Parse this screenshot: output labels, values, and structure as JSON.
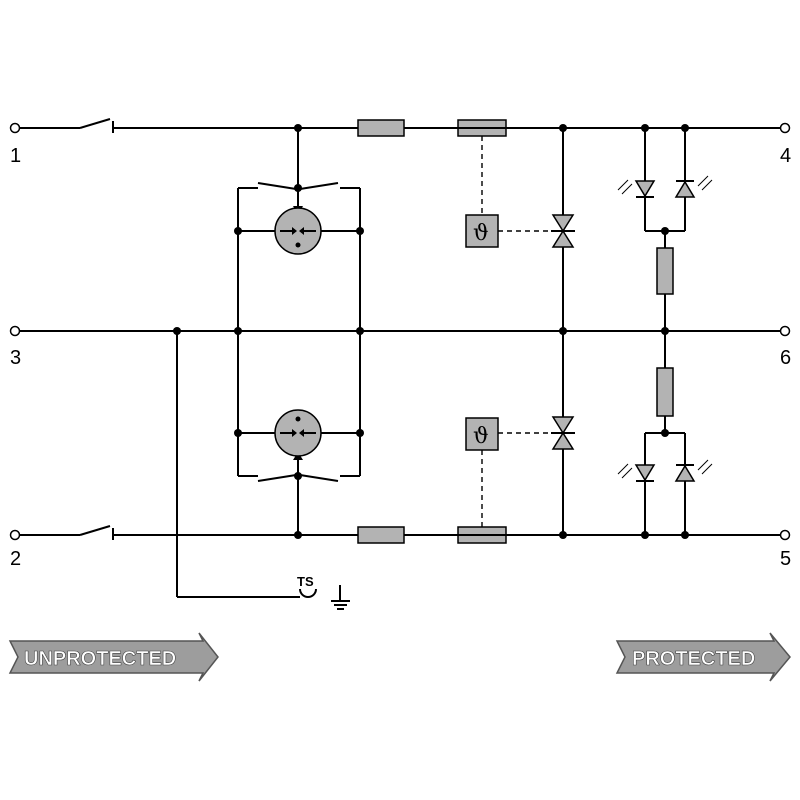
{
  "terminals": {
    "t1": "1",
    "t2": "2",
    "t3": "3",
    "t4": "4",
    "t5": "5",
    "t6": "6"
  },
  "thermal_symbol": "ϑ",
  "ts_label": "TS",
  "arrows": {
    "unprotected": "UNPROTECTED",
    "protected": "PROTECTED"
  },
  "colors": {
    "component_fill": "#b3b3b3",
    "line": "#000000",
    "arrow_fill": "#9d9d9d"
  }
}
